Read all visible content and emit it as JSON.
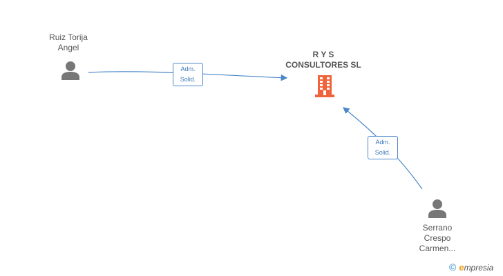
{
  "nodes": {
    "company": {
      "name_line1": "R Y S",
      "name_line2": "CONSULTORES SL",
      "icon": "building-icon",
      "color": "#f0643c"
    },
    "person1": {
      "name_line1": "Ruiz Torija",
      "name_line2": "Angel",
      "icon": "person-icon"
    },
    "person2": {
      "name_line1": "Serrano",
      "name_line2": "Crespo",
      "name_line3": "Carmen...",
      "icon": "person-icon"
    }
  },
  "edges": [
    {
      "from": "person1",
      "to": "company",
      "label_line1": "Adm.",
      "label_line2": "Solid."
    },
    {
      "from": "person2",
      "to": "company",
      "label_line1": "Adm.",
      "label_line2": "Solid."
    }
  ],
  "colors": {
    "edge": "#4a86c8",
    "person_icon": "#777777"
  },
  "brand": {
    "copyright": "©",
    "e": "e",
    "rest": "mpresia"
  }
}
